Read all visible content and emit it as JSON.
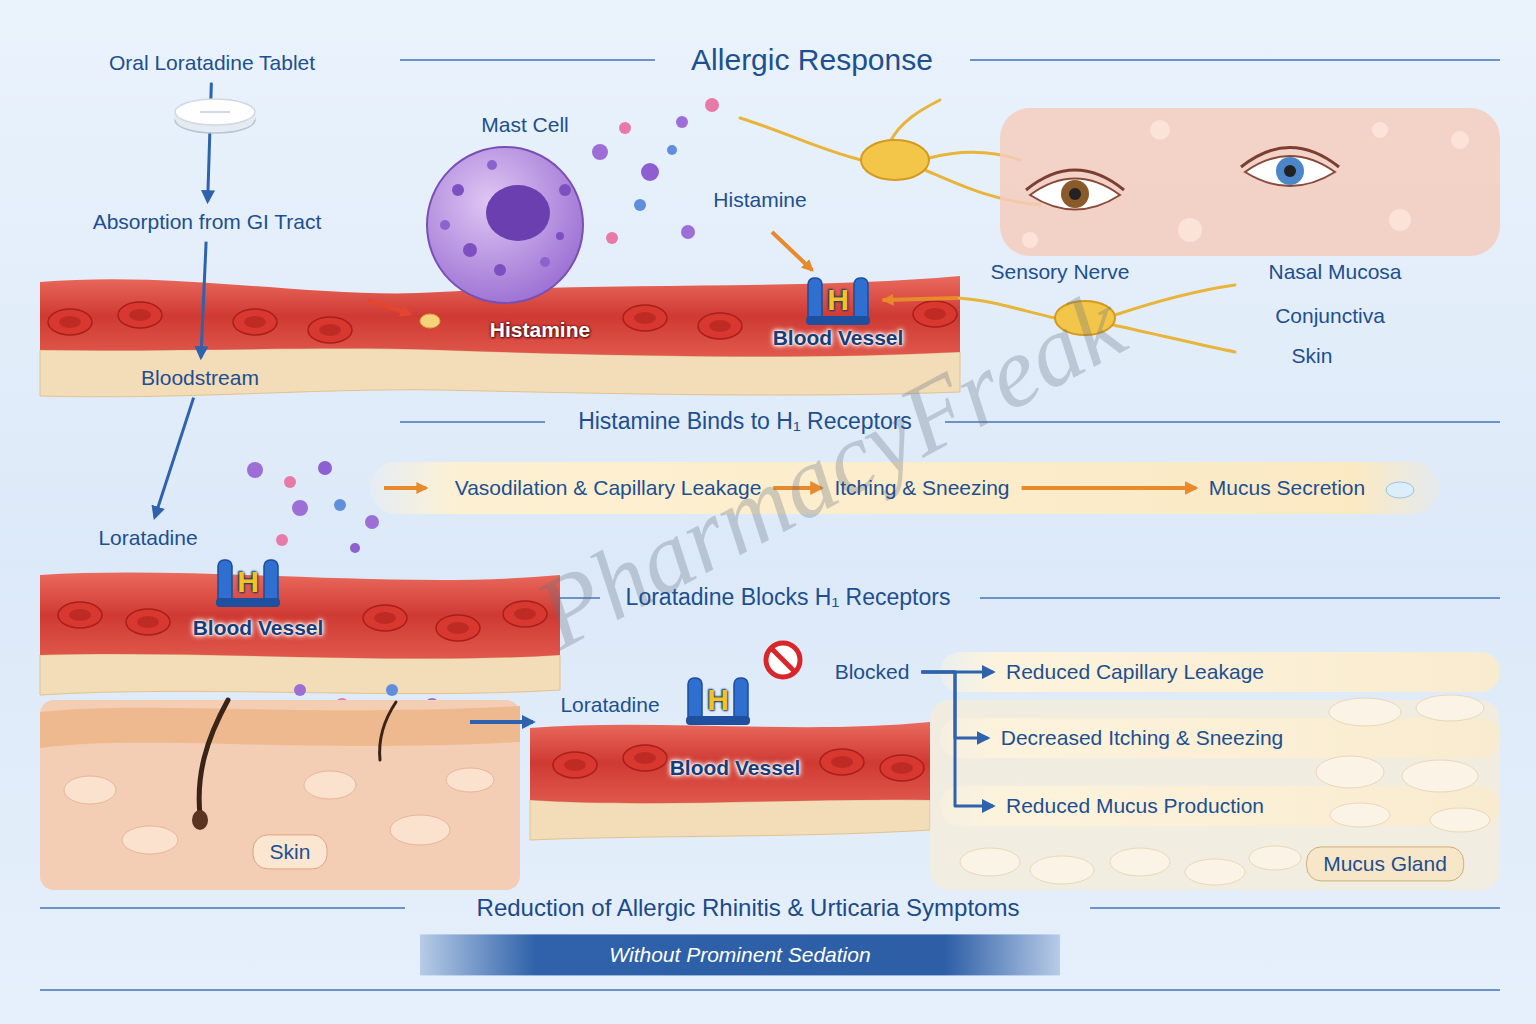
{
  "diagram": {
    "title": "Allergic Response",
    "caption": "Reduction of Allergic Rhinitis & Urticaria Symptoms",
    "nodes": [
      {
        "text": [
          "Oral Loratadine Tablet"
        ]
      },
      {
        "text": [
          "Absorption from GI Tract"
        ]
      },
      {
        "text": [
          "Bloodstream"
        ]
      },
      {
        "text": [
          "Loratadine"
        ]
      },
      {
        "text": [
          "Vasodilation & Capillary Leakage"
        ]
      },
      {
        "text": [
          "Itching & Sneezing"
        ]
      },
      {
        "text": [
          "Mucus Secretion"
        ]
      },
      {
        "text": [
          "Blocked"
        ]
      },
      {
        "text": [
          "Reduced Capillary Leakage"
        ]
      },
      {
        "text": [
          "Decreased Itching & Sneezing"
        ]
      },
      {
        "text": [
          "Reduced Mucus Production"
        ]
      },
      {
        "text": [
          "Skin"
        ]
      },
      {
        "text": [
          "Mucus Gland"
        ]
      },
      {
        "text": [
          "Without Prominent Sedation"
        ]
      }
    ],
    "edges": [
      {
        "from": 0,
        "to": 1,
        "arrow": "to"
      },
      {
        "from": 1,
        "to": 2,
        "arrow": "to"
      },
      {
        "from": 2,
        "to": 3,
        "arrow": "to"
      },
      {
        "from": 4,
        "to": 5,
        "arrow": "to"
      },
      {
        "from": 5,
        "to": 6,
        "arrow": "to"
      },
      {
        "from": 7,
        "to": 8,
        "arrow": "to"
      },
      {
        "from": 7,
        "to": 9,
        "arrow": "to"
      },
      {
        "from": 7,
        "to": 10,
        "arrow": "to"
      }
    ],
    "labels": [
      "Mast Cell",
      "Histamine",
      "Histamine",
      "H",
      "Blood Vessel",
      "Sensory Nerve",
      "Nasal Mucosa",
      "Conjunctiva",
      "Skin",
      "Histamine Binds to H₁ Receptors",
      "H",
      "Blood Vessel",
      "Loratadine Blocks H₁ Receptors",
      "H",
      "Loratadine",
      "Blood Vessel",
      "PharmacyFreak"
    ]
  }
}
